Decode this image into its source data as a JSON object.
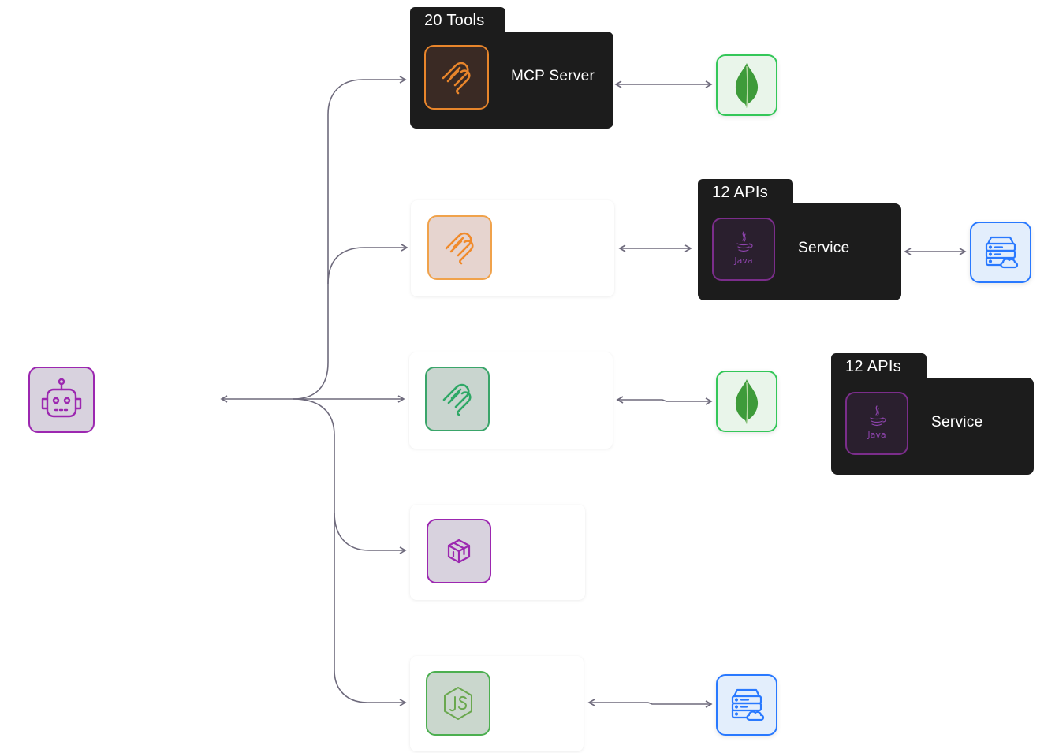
{
  "diagram": {
    "nodes": {
      "agent": {
        "icon": "robot-icon"
      },
      "mcp_server_main": {
        "tab_label": "20 Tools",
        "label": "MCP Server",
        "icon": "mcp-icon"
      },
      "mcp_server_2": {
        "icon": "mcp-icon"
      },
      "mcp_server_3": {
        "icon": "mcp-icon"
      },
      "package_server": {
        "icon": "cube-icon"
      },
      "node_server": {
        "icon": "nodejs-icon"
      },
      "service_1": {
        "tab_label": "12 APIs",
        "label": "Service",
        "icon": "java-icon",
        "icon_text": "Java"
      },
      "service_2": {
        "tab_label": "12 APIs",
        "label": "Service",
        "icon": "java-icon",
        "icon_text": "Java"
      },
      "mongodb_1": {
        "icon": "mongodb-leaf-icon"
      },
      "mongodb_2": {
        "icon": "mongodb-leaf-icon"
      },
      "cloud_server_1": {
        "icon": "cloud-server-icon"
      },
      "cloud_server_2": {
        "icon": "cloud-server-icon"
      }
    },
    "edges": [
      {
        "from": "agent",
        "to": "mcp_server_main"
      },
      {
        "from": "agent",
        "to": "mcp_server_2"
      },
      {
        "from": "agent",
        "to": "mcp_server_3"
      },
      {
        "from": "agent",
        "to": "package_server"
      },
      {
        "from": "agent",
        "to": "node_server"
      },
      {
        "from": "mcp_server_main",
        "to": "mongodb_1"
      },
      {
        "from": "mcp_server_2",
        "to": "service_1"
      },
      {
        "from": "service_1",
        "to": "cloud_server_1"
      },
      {
        "from": "mcp_server_3",
        "to": "mongodb_2"
      },
      {
        "from": "node_server",
        "to": "cloud_server_2"
      }
    ],
    "colors": {
      "connector": "#6e6a7c",
      "dark_card": "#1c1c1c",
      "purple": "#9c27b0",
      "orange": "#e8852b",
      "green": "#3aa56a",
      "mongo_green": "#34c759",
      "cloud_blue": "#2979ff"
    }
  }
}
